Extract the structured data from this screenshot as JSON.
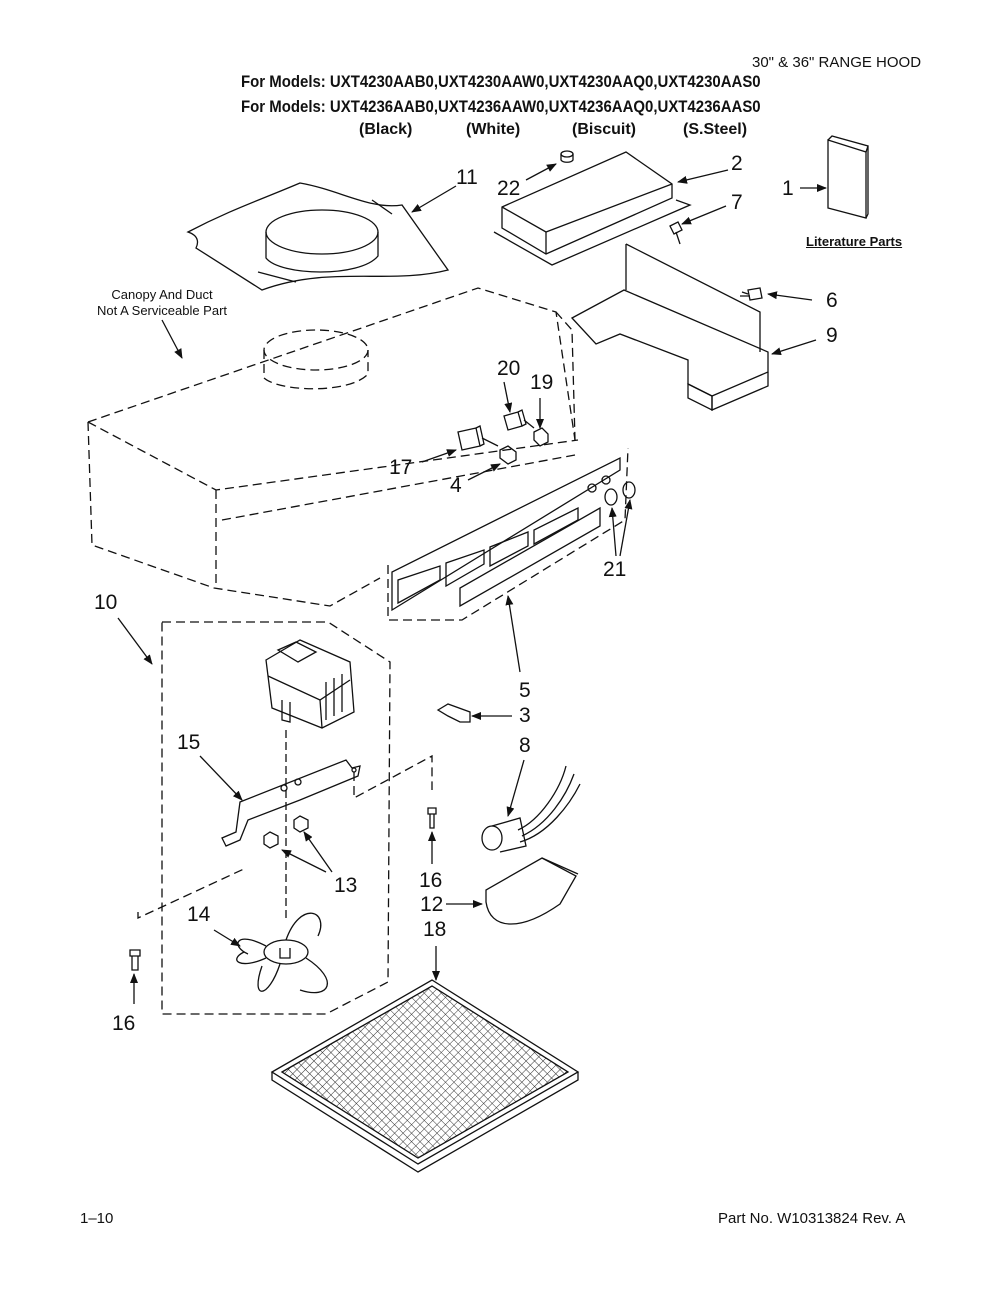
{
  "header": {
    "category": "30\" & 36\" RANGE HOOD",
    "models_line1": "For Models: UXT4230AAB0,UXT4230AAW0,UXT4230AAQ0,UXT4230AAS0",
    "models_line2": "For Models: UXT4236AAB0,UXT4236AAW0,UXT4236AAQ0,UXT4236AAS0",
    "colors": [
      "(Black)",
      "(White)",
      "(Biscuit)",
      "(S.Steel)"
    ]
  },
  "notes": {
    "canopy_line1": "Canopy And Duct",
    "canopy_line2": "Not A Serviceable Part",
    "literature": "Literature Parts"
  },
  "callouts": {
    "c1": "1",
    "c2": "2",
    "c3": "3",
    "c4": "4",
    "c5": "5",
    "c6": "6",
    "c7": "7",
    "c8": "8",
    "c9": "9",
    "c10": "10",
    "c11": "11",
    "c12": "12",
    "c13": "13",
    "c14": "14",
    "c15": "15",
    "c16a": "16",
    "c16b": "16",
    "c17": "17",
    "c18": "18",
    "c19": "19",
    "c20": "20",
    "c21": "21",
    "c22": "22"
  },
  "footer": {
    "page": "1–10",
    "part_number": "Part No. W10313824 Rev. A"
  }
}
